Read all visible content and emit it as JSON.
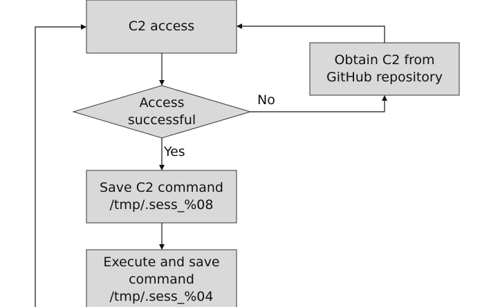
{
  "colors": {
    "node_fill": "#d9d9d9",
    "node_stroke": "#333333",
    "edge": "#111111",
    "background": "#ffffff"
  },
  "nodes": {
    "c2_access": {
      "lines": [
        "C2 access"
      ]
    },
    "access_decision": {
      "lines": [
        "Access",
        "successful"
      ]
    },
    "obtain_c2": {
      "lines": [
        "Obtain C2 from",
        "GitHub repository"
      ]
    },
    "save_command": {
      "lines": [
        "Save C2 command",
        "/tmp/.sess_%08"
      ]
    },
    "execute_save": {
      "lines": [
        "Execute and save",
        "command",
        "/tmp/.sess_%04"
      ]
    }
  },
  "edge_labels": {
    "no": "No",
    "yes": "Yes"
  }
}
